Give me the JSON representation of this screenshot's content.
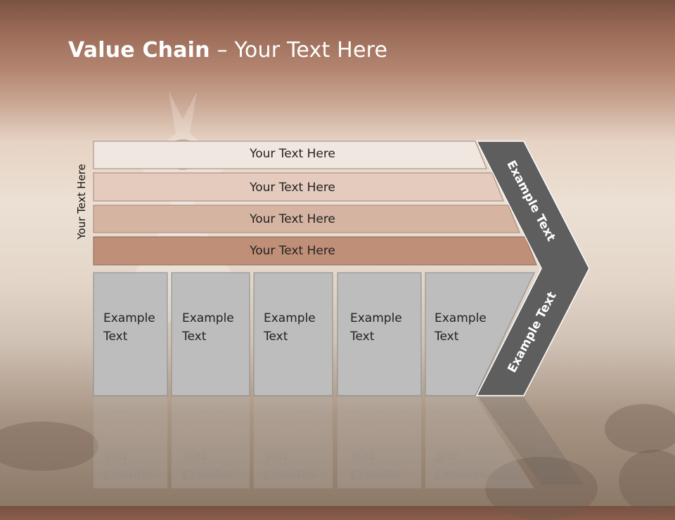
{
  "title": {
    "bold": "Value Chain",
    "rest": " – Your Text Here"
  },
  "side_label": "Your Text Here",
  "bars": [
    {
      "text": "Your Text Here",
      "fill": "#f1e7e1"
    },
    {
      "text": "Your Text Here",
      "fill": "#e4cbbd"
    },
    {
      "text": "Your Text Here",
      "fill": "#d6b4a2"
    },
    {
      "text": "Your Text Here",
      "fill": "#c08f78"
    }
  ],
  "boxes": [
    {
      "line1": "Example",
      "line2": "Text"
    },
    {
      "line1": "Example",
      "line2": "Text"
    },
    {
      "line1": "Example",
      "line2": "Text"
    },
    {
      "line1": "Example",
      "line2": "Text"
    },
    {
      "line1": "Example",
      "line2": "Text"
    }
  ],
  "chevron": {
    "upper_text": "Example Text",
    "lower_text": "Example Text",
    "fill": "#5e5e5e"
  },
  "colors": {
    "box_fill": "#bdbdbd",
    "box_stroke": "#8a8a8a"
  }
}
